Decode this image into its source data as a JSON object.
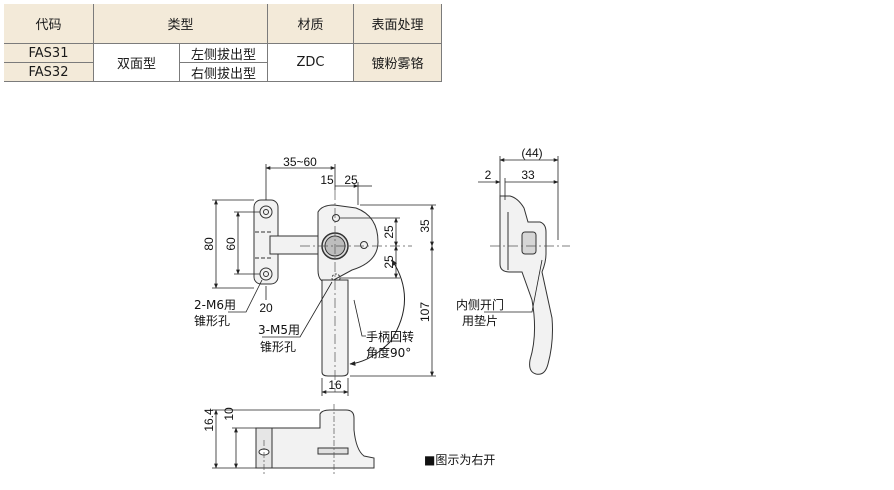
{
  "table": {
    "headers": {
      "code": "代码",
      "type": "类型",
      "material": "材质",
      "finish": "表面处理"
    },
    "rows": [
      {
        "code": "FAS31",
        "type_group": "双面型",
        "type": "左侧拔出型"
      },
      {
        "code": "FAS32",
        "type_group": "双面型",
        "type": "右侧拔出型"
      }
    ],
    "material": "ZDC",
    "finish": "镀粉雾铬"
  },
  "drawing": {
    "dims": {
      "d35_60": "35~60",
      "d15": "15",
      "d25a": "25",
      "d80": "80",
      "d60": "60",
      "d25b": "25",
      "d25c": "25",
      "d35": "35",
      "d20": "20",
      "d107": "107",
      "d16": "16",
      "d44": "(44)",
      "d2": "2",
      "d33": "33",
      "d16_4": "16.4",
      "d10": "10"
    },
    "notes": {
      "m6_line1": "2-M6用",
      "m6_line2": "锥形孔",
      "m5_line1": "3-M5用",
      "m5_line2": "锥形孔",
      "rot_line1": "手柄回转",
      "rot_line2": "角度90°",
      "pad_line1": "内侧开门",
      "pad_line2": "用垫片",
      "legend": "■图示为右开"
    }
  }
}
